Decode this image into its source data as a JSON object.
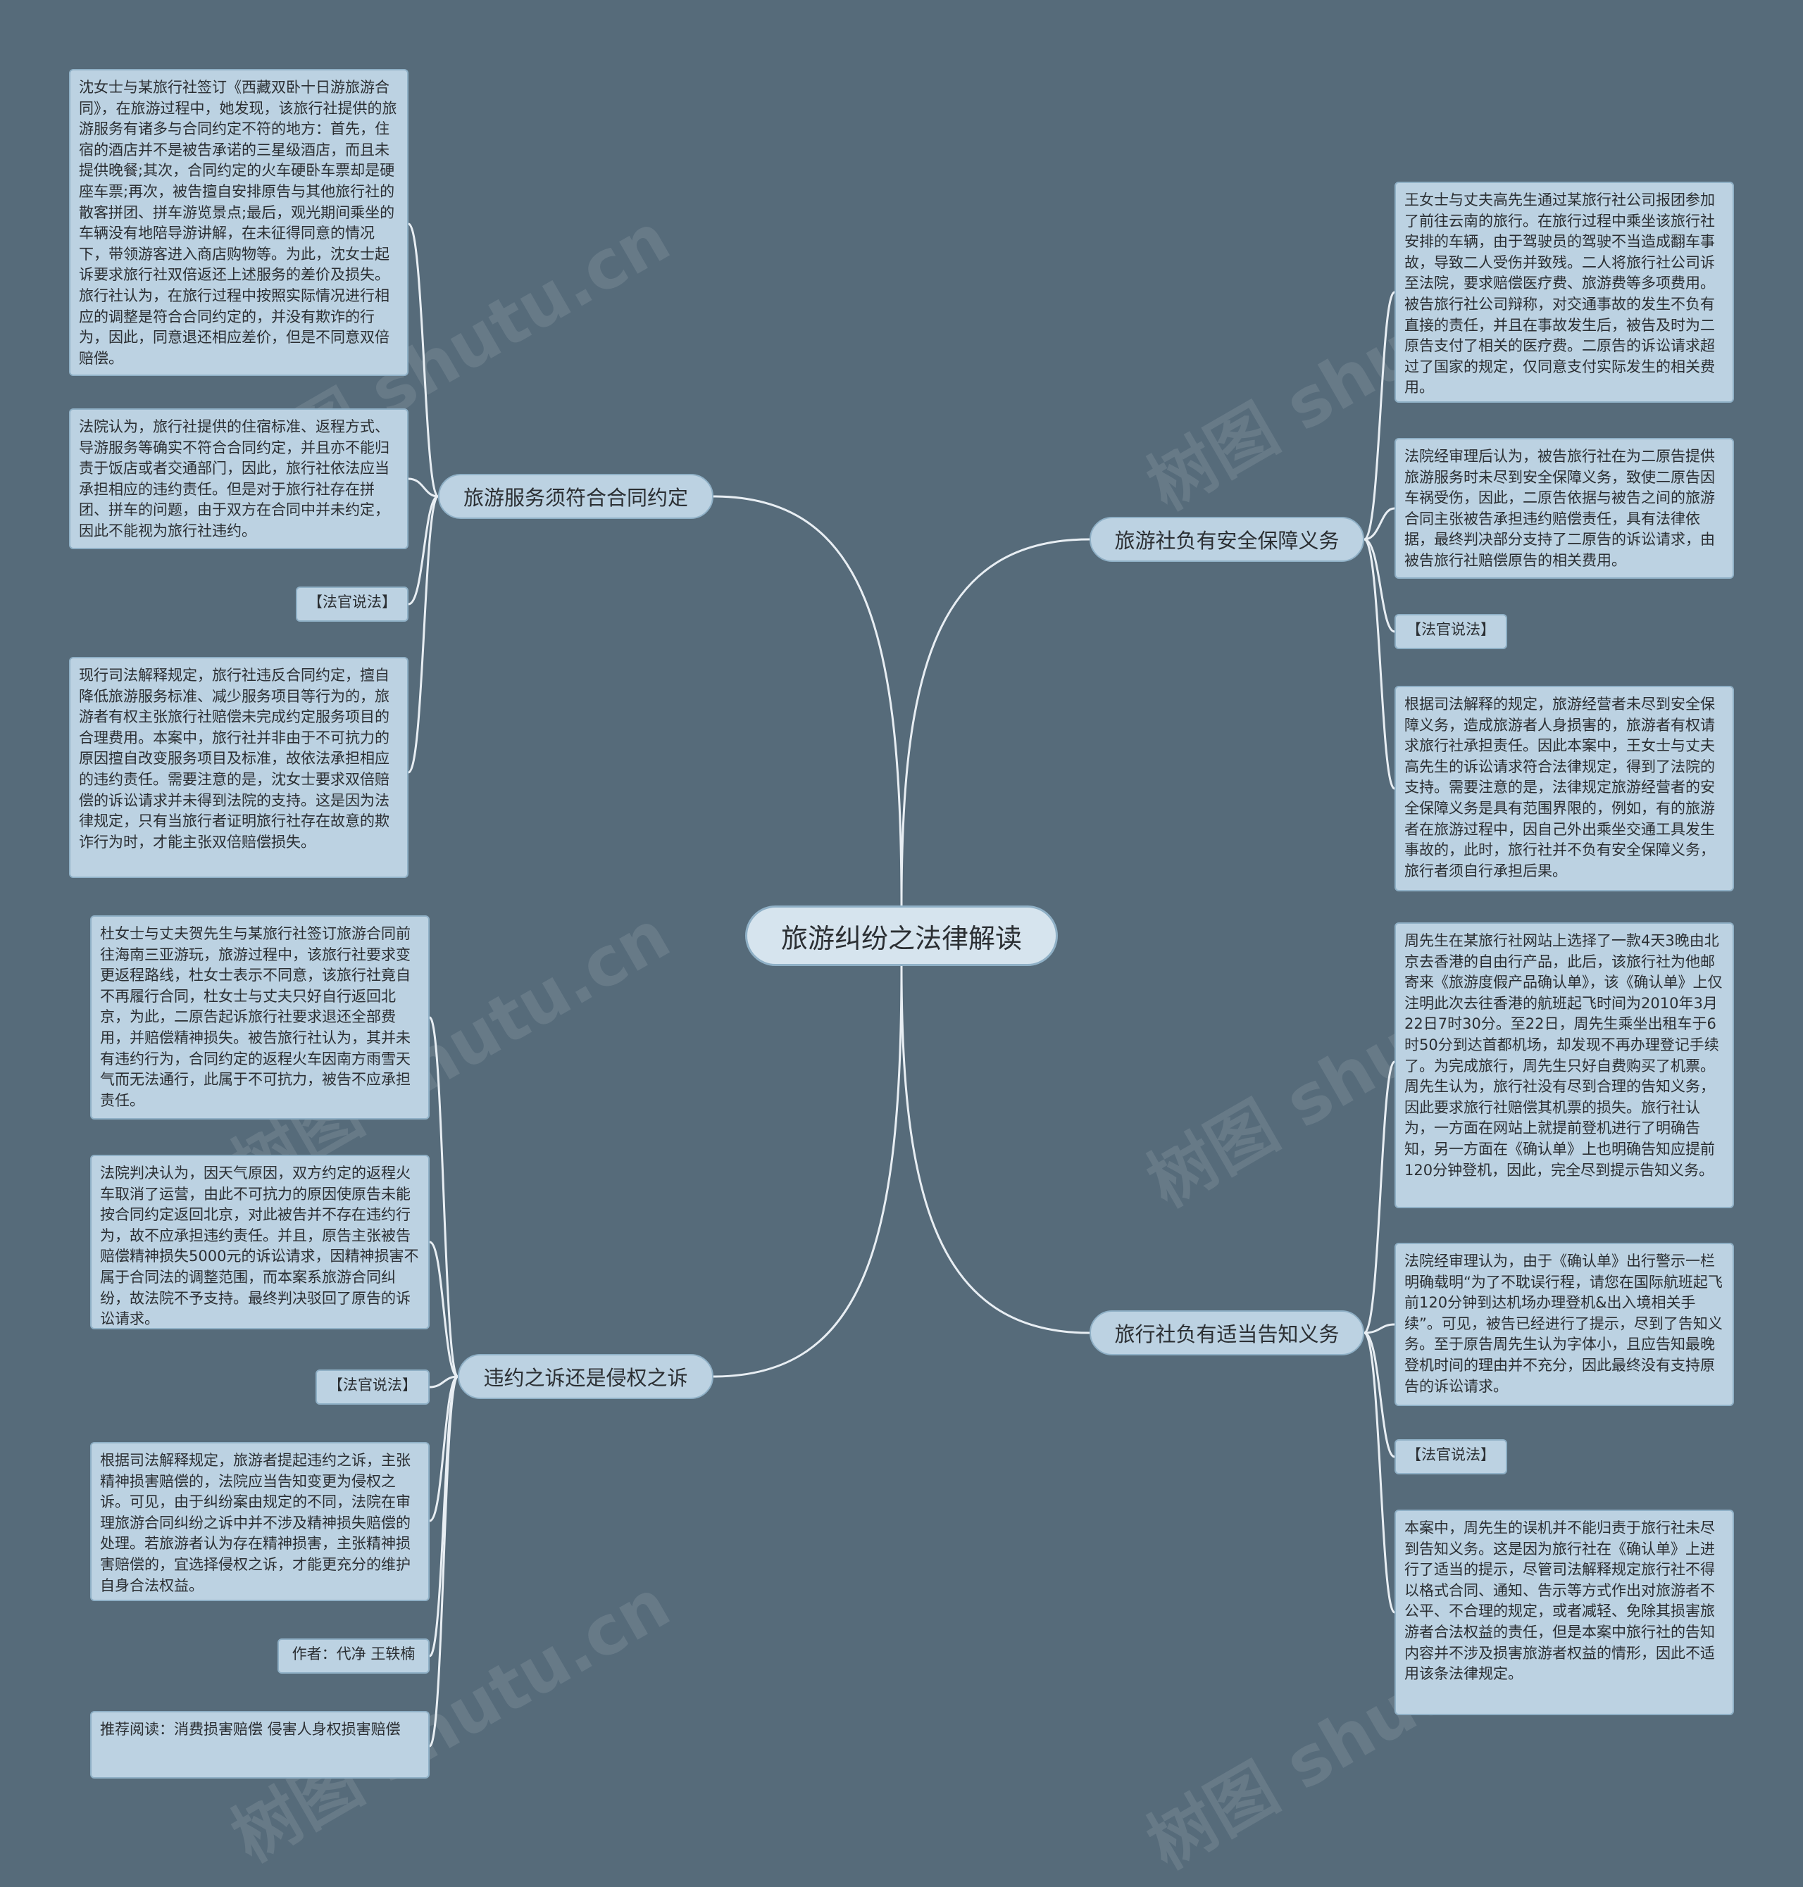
{
  "root": {
    "label": "旅游纠纷之法律解读"
  },
  "branches": [
    {
      "label": "旅游服务须符合合同约定",
      "items": [
        "沈女士与某旅行社签订《西藏双卧十日游旅游合同》，在旅游过程中，她发现，该旅行社提供的旅游服务有诸多与合同约定不符的地方：首先，住宿的酒店并不是被告承诺的三星级酒店，而且未提供晚餐;其次，合同约定的火车硬卧车票却是硬座车票;再次，被告擅自安排原告与其他旅行社的散客拼团、拼车游览景点;最后，观光期间乘坐的车辆没有地陪导游讲解，在未征得同意的情况下，带领游客进入商店购物等。为此，沈女士起诉要求旅行社双倍返还上述服务的差价及损失。旅行社认为，在旅行过程中按照实际情况进行相应的调整是符合合同约定的，并没有欺诈的行为，因此，同意退还相应差价，但是不同意双倍赔偿。",
        "法院认为，旅行社提供的住宿标准、返程方式、导游服务等确实不符合合同约定，并且亦不能归责于饭店或者交通部门，因此，旅行社依法应当承担相应的违约责任。但是对于旅行社存在拼团、拼车的问题，由于双方在合同中并未约定，因此不能视为旅行社违约。",
        "【法官说法】",
        "现行司法解释规定，旅行社违反合同约定，擅自降低旅游服务标准、减少服务项目等行为的，旅游者有权主张旅行社赔偿未完成约定服务项目的合理费用。本案中，旅行社并非由于不可抗力的原因擅自改变服务项目及标准，故依法承担相应的违约责任。需要注意的是，沈女士要求双倍赔偿的诉讼请求并未得到法院的支持。这是因为法律规定，只有当旅行者证明旅行社存在故意的欺诈行为时，才能主张双倍赔偿损失。"
      ]
    },
    {
      "label": "违约之诉还是侵权之诉",
      "items": [
        "杜女士与丈夫贺先生与某旅行社签订旅游合同前往海南三亚游玩，旅游过程中，该旅行社要求变更返程路线，杜女士表示不同意，该旅行社竟自不再履行合同，杜女士与丈夫只好自行返回北京，为此，二原告起诉旅行社要求退还全部费用，并赔偿精神损失。被告旅行社认为，其并未有违约行为，合同约定的返程火车因南方雨雪天气而无法通行，此属于不可抗力，被告不应承担责任。",
        "法院判决认为，因天气原因，双方约定的返程火车取消了运营，由此不可抗力的原因使原告未能按合同约定返回北京，对此被告并不存在违约行为，故不应承担违约责任。并且，原告主张被告赔偿精神损失5000元的诉讼请求，因精神损害不属于合同法的调整范围，而本案系旅游合同纠纷，故法院不予支持。最终判决驳回了原告的诉讼请求。",
        "【法官说法】",
        "根据司法解释规定，旅游者提起违约之诉，主张精神损害赔偿的，法院应当告知变更为侵权之诉。可见，由于纠纷案由规定的不同，法院在审理旅游合同纠纷之诉中并不涉及精神损失赔偿的处理。若旅游者认为存在精神损害，主张精神损害赔偿的，宜选择侵权之诉，才能更充分的维护自身合法权益。",
        "作者：代净  王轶楠",
        "推荐阅读：消费损害赔偿        侵害人身权损害赔偿"
      ]
    },
    {
      "label": "旅游社负有安全保障义务",
      "items": [
        "王女士与丈夫高先生通过某旅行社公司报团参加了前往云南的旅行。在旅行过程中乘坐该旅行社安排的车辆，由于驾驶员的驾驶不当造成翻车事故，导致二人受伤并致残。二人将旅行社公司诉至法院，要求赔偿医疗费、旅游费等多项费用。被告旅行社公司辩称，对交通事故的发生不负有直接的责任，并且在事故发生后，被告及时为二原告支付了相关的医疗费。二原告的诉讼请求超过了国家的规定，仅同意支付实际发生的相关费用。",
        "法院经审理后认为，被告旅行社在为二原告提供旅游服务时未尽到安全保障义务，致使二原告因车祸受伤，因此，二原告依据与被告之间的旅游合同主张被告承担违约赔偿责任，具有法律依据，最终判决部分支持了二原告的诉讼请求，由被告旅行社赔偿原告的相关费用。",
        "【法官说法】",
        "根据司法解释的规定，旅游经营者未尽到安全保障义务，造成旅游者人身损害的，旅游者有权请求旅行社承担责任。因此本案中，王女士与丈夫高先生的诉讼请求符合法律规定，得到了法院的支持。需要注意的是，法律规定旅游经营者的安全保障义务是具有范围界限的，例如，有的旅游者在旅游过程中，因自己外出乘坐交通工具发生事故的，此时，旅行社并不负有安全保障义务，旅行者须自行承担后果。"
      ]
    },
    {
      "label": "旅行社负有适当告知义务",
      "items": [
        "周先生在某旅行社网站上选择了一款4天3晚由北京去香港的自由行产品，此后，该旅行社为他邮寄来《旅游度假产品确认单》，该《确认单》上仅注明此次去往香港的航班起飞时间为2010年3月22日7时30分。至22日，周先生乘坐出租车于6时50分到达首都机场，却发现不再办理登记手续了。为完成旅行，周先生只好自费购买了机票。周先生认为，旅行社没有尽到合理的告知义务，因此要求旅行社赔偿其机票的损失。旅行社认为，一方面在网站上就提前登机进行了明确告知，另一方面在《确认单》上也明确告知应提前120分钟登机，因此，完全尽到提示告知义务。",
        "法院经审理认为，由于《确认单》出行警示一栏明确载明“为了不耽误行程，请您在国际航班起飞前120分钟到达机场办理登机&出入境相关手续”。可见，被告已经进行了提示，尽到了告知义务。至于原告周先生认为字体小，且应告知最晚登机时间的理由并不充分，因此最终没有支持原告的诉讼请求。",
        "【法官说法】",
        "本案中，周先生的误机并不能归责于旅行社未尽到告知义务。这是因为旅行社在《确认单》上进行了适当的提示，尽管司法解释规定旅行社不得以格式合同、通知、告示等方式作出对旅游者不公平、不合理的规定，或者减轻、免除其损害旅游者合法权益的责任，但是本案中旅行社的告知内容并不涉及损害旅游者权益的情形，因此不适用该条法律规定。"
      ]
    }
  ],
  "watermark": "树图 shutu.cn",
  "colors": {
    "background": "#566b7a",
    "node_fill": "#bcd2e2",
    "root_fill": "#d6e4ee",
    "node_border": "#8fb0c6",
    "connector": "#e8eef3",
    "text": "#2b2f33"
  }
}
